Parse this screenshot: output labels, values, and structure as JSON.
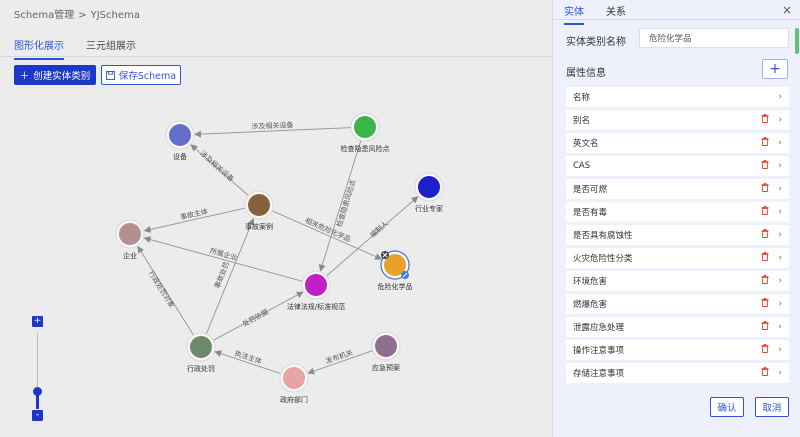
{
  "breadcrumb": {
    "root": "Schema管理",
    "separator": ">",
    "current": "YJSchema"
  },
  "tabs": [
    {
      "label": "图形化展示"
    },
    {
      "label": "三元组展示"
    }
  ],
  "toolbar": {
    "create_label": "创建实体类别",
    "save_label": "保存Schema"
  },
  "graph": {
    "nodes": [
      {
        "id": "shebei",
        "label": "设备",
        "color": "#6470c8"
      },
      {
        "id": "jiancha",
        "label": "检查隐患风险点",
        "color": "#3bb44a"
      },
      {
        "id": "hangye",
        "label": "行业专家",
        "color": "#1d1fc9"
      },
      {
        "id": "shigu",
        "label": "事故案例",
        "color": "#87613a"
      },
      {
        "id": "qiye",
        "label": "企业",
        "color": "#b39090"
      },
      {
        "id": "weixian",
        "label": "危险化学品",
        "color": "#e8a12a"
      },
      {
        "id": "falv",
        "label": "法律法规/标准规范",
        "color": "#c21fc9"
      },
      {
        "id": "xingzheng",
        "label": "行政处罚",
        "color": "#6c8a6a"
      },
      {
        "id": "yingji",
        "label": "应急预案",
        "color": "#8f6f8f"
      },
      {
        "id": "zhengfu",
        "label": "政府部门",
        "color": "#e8a4a4"
      }
    ],
    "edges": [
      {
        "label": "涉及相关设备"
      },
      {
        "label": "涉及相关设备"
      },
      {
        "label": "事故主体"
      },
      {
        "label": "检查隐患风险点"
      },
      {
        "label": "编制人"
      },
      {
        "label": "相关危险化学品"
      },
      {
        "label": "所属企业"
      },
      {
        "label": "处罚依据"
      },
      {
        "label": "事故处罚"
      },
      {
        "label": "行政处罚对象"
      },
      {
        "label": "执法主体"
      },
      {
        "label": "发布机关"
      }
    ]
  },
  "zoom": {
    "in": "+",
    "out": "-",
    "level": 0.2
  },
  "panel": {
    "tabs": [
      {
        "label": "实体"
      },
      {
        "label": "关系"
      }
    ],
    "close_icon": "×",
    "name_label": "实体类别名称",
    "name_value": "危险化学品",
    "attr_title": "属性信息",
    "add_label": "+",
    "attributes": [
      {
        "label": "名称",
        "deletable": false
      },
      {
        "label": "别名",
        "deletable": true
      },
      {
        "label": "英文名",
        "deletable": true
      },
      {
        "label": "CAS",
        "deletable": true
      },
      {
        "label": "是否可燃",
        "deletable": true
      },
      {
        "label": "是否有毒",
        "deletable": true
      },
      {
        "label": "是否具有腐蚀性",
        "deletable": true
      },
      {
        "label": "火灾危险性分类",
        "deletable": true
      },
      {
        "label": "环境危害",
        "deletable": true
      },
      {
        "label": "燃爆危害",
        "deletable": true
      },
      {
        "label": "泄露应急处理",
        "deletable": true
      },
      {
        "label": "操作注意事项",
        "deletable": true
      },
      {
        "label": "存储注意事项",
        "deletable": true
      }
    ],
    "ok_label": "确认",
    "cancel_label": "取消"
  }
}
